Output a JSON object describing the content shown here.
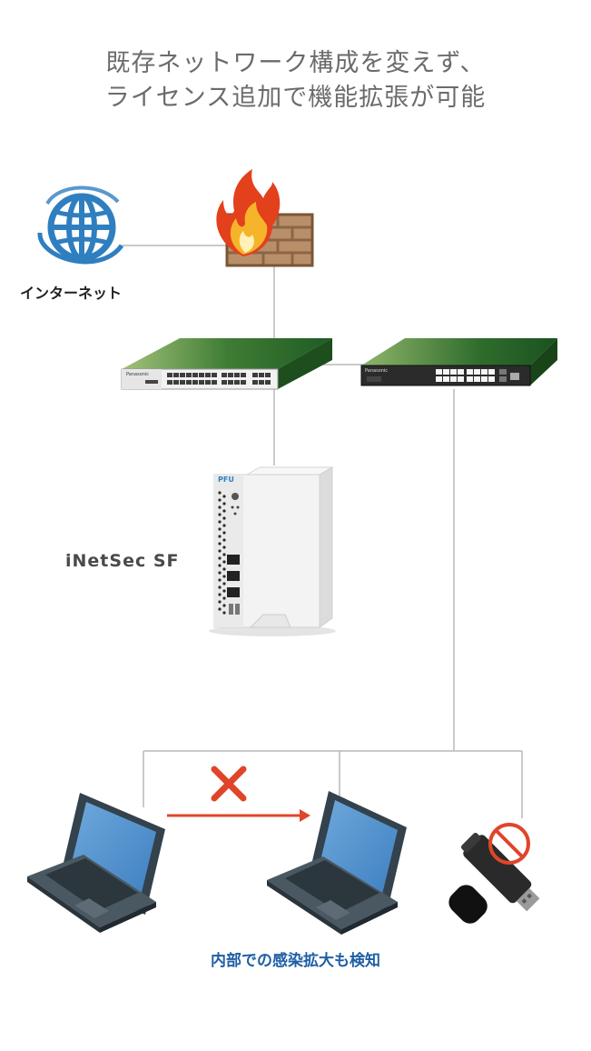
{
  "title": {
    "line1": "既存ネットワーク構成を変えず、",
    "line2": "ライセンス追加で機能拡張が可能"
  },
  "labels": {
    "internet": "インターネット",
    "inetsec": "iNetSec SF",
    "internal": "内部での感染拡大も検知"
  },
  "device_text": {
    "pfu": "PFU",
    "switch_brand": "Panasonic"
  },
  "icons": {
    "globe": "globe-icon",
    "firewall": "firewall-icon",
    "switch_left": "network-switch-icon",
    "switch_right": "network-switch-icon",
    "appliance": "inetsec-appliance-icon",
    "laptop_left": "laptop-icon",
    "laptop_right": "laptop-icon",
    "usb": "usb-drive-icon",
    "blocked_arrow": "arrow-right-icon",
    "cross": "cross-icon",
    "prohibited": "prohibited-icon"
  },
  "colors": {
    "title": "#6b6b6b",
    "connector": "#b9b9b9",
    "globe": "#2f7fc0",
    "switch_green": "#2f6b2f",
    "alert": "#e0452a",
    "internal_label": "#1f5fa5"
  }
}
